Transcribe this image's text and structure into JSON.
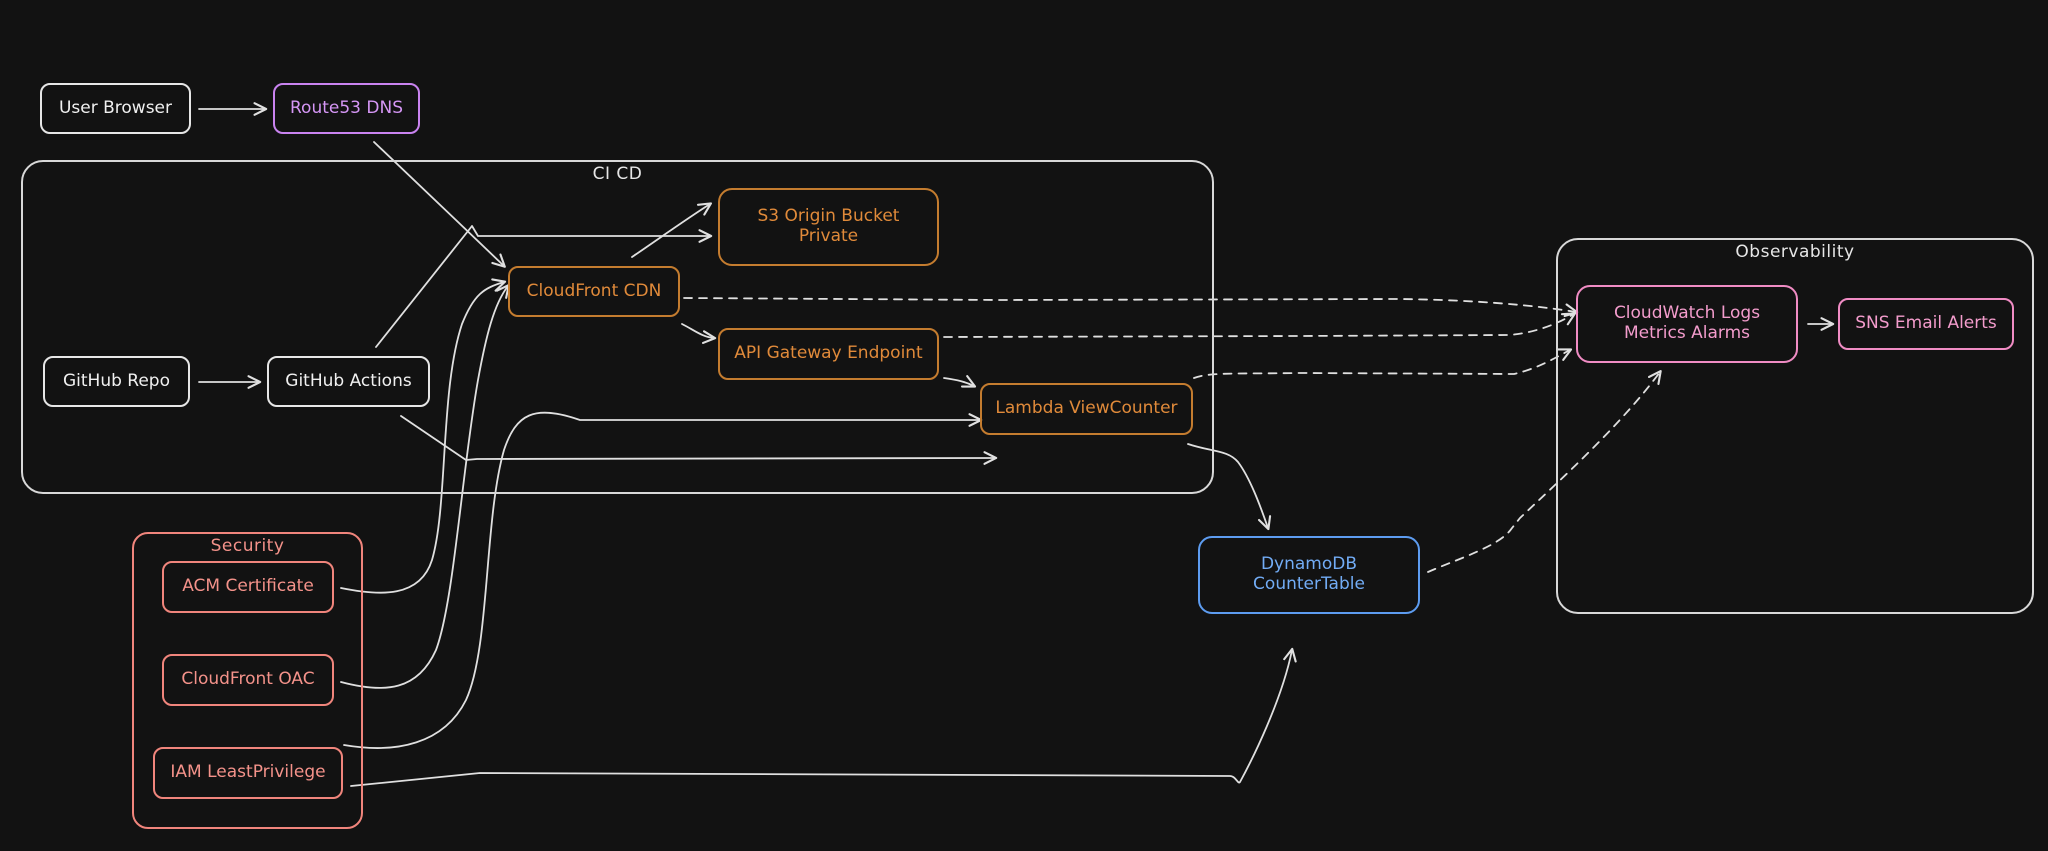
{
  "colors": {
    "background": "#121212",
    "edge": "#e0e0e0",
    "neutral": "#e6e6e6",
    "orange": "#e08a3a",
    "purple": "#d596f5",
    "salmon": "#f4928a",
    "pink": "#f39ccc",
    "blue": "#72acf5"
  },
  "groups": {
    "cicd": {
      "title": "CI CD"
    },
    "observability": {
      "title": "Observability"
    },
    "security": {
      "title": "Security"
    }
  },
  "nodes": {
    "user_browser": "User Browser",
    "route53": "Route53 DNS",
    "github_repo": "GitHub Repo",
    "github_actions": "GitHub Actions",
    "cloudfront_cdn": "CloudFront CDN",
    "s3_bucket": "S3 Origin Bucket Private",
    "api_gateway": "API Gateway Endpoint",
    "lambda": "Lambda ViewCounter",
    "dynamodb": "DynamoDB CounterTable",
    "cloudwatch": "CloudWatch Logs Metrics Alarms",
    "sns": "SNS Email Alerts",
    "acm": "ACM Certificate",
    "oac": "CloudFront OAC",
    "iam": "IAM LeastPrivilege"
  },
  "edges": [
    {
      "from": "user_browser",
      "to": "route53",
      "style": "solid"
    },
    {
      "from": "route53",
      "to": "cloudfront_cdn",
      "style": "solid"
    },
    {
      "from": "github_repo",
      "to": "github_actions",
      "style": "solid"
    },
    {
      "from": "github_actions",
      "to": "s3_bucket",
      "style": "solid"
    },
    {
      "from": "github_actions",
      "to": "lambda",
      "style": "solid"
    },
    {
      "from": "cloudfront_cdn",
      "to": "s3_bucket",
      "style": "solid"
    },
    {
      "from": "cloudfront_cdn",
      "to": "api_gateway",
      "style": "solid"
    },
    {
      "from": "api_gateway",
      "to": "lambda",
      "style": "solid"
    },
    {
      "from": "lambda",
      "to": "dynamodb",
      "style": "solid"
    },
    {
      "from": "cloudfront_cdn",
      "to": "cloudwatch",
      "style": "dashed"
    },
    {
      "from": "api_gateway",
      "to": "cloudwatch",
      "style": "dashed"
    },
    {
      "from": "lambda",
      "to": "cloudwatch",
      "style": "dashed"
    },
    {
      "from": "dynamodb",
      "to": "cloudwatch",
      "style": "dashed"
    },
    {
      "from": "cloudwatch",
      "to": "sns",
      "style": "solid"
    },
    {
      "from": "acm",
      "to": "cloudfront_cdn",
      "style": "solid"
    },
    {
      "from": "oac",
      "to": "cloudfront_cdn",
      "style": "solid"
    },
    {
      "from": "iam",
      "to": "lambda",
      "style": "solid"
    },
    {
      "from": "iam",
      "to": "dynamodb",
      "style": "solid"
    }
  ]
}
